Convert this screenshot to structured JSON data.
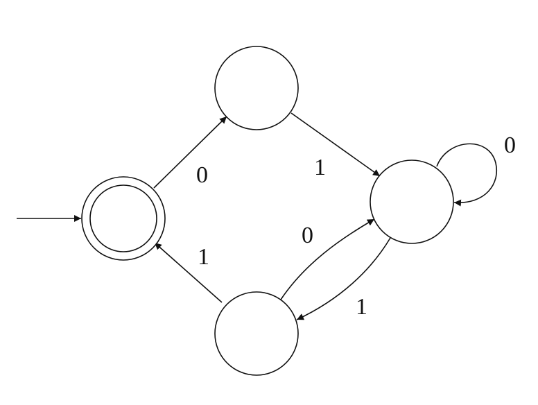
{
  "diagram": {
    "edges": [
      {
        "from": "start",
        "to": "q0",
        "label": ""
      },
      {
        "from": "q0",
        "to": "q1",
        "label": "0"
      },
      {
        "from": "q1",
        "to": "q2",
        "label": "1"
      },
      {
        "from": "q2",
        "to": "q2",
        "label": "0"
      },
      {
        "from": "q3",
        "to": "q2",
        "label": "0"
      },
      {
        "from": "q2",
        "to": "q3",
        "label": "1"
      },
      {
        "from": "q3",
        "to": "q0",
        "label": "1"
      }
    ],
    "states": [
      {
        "id": "q0",
        "accepting": true,
        "start": true,
        "label": ""
      },
      {
        "id": "q1",
        "accepting": false,
        "start": false,
        "label": ""
      },
      {
        "id": "q2",
        "accepting": false,
        "start": false,
        "label": ""
      },
      {
        "id": "q3",
        "accepting": false,
        "start": false,
        "label": ""
      }
    ],
    "colors": {
      "stroke": "#111111",
      "background": "#ffffff"
    }
  }
}
